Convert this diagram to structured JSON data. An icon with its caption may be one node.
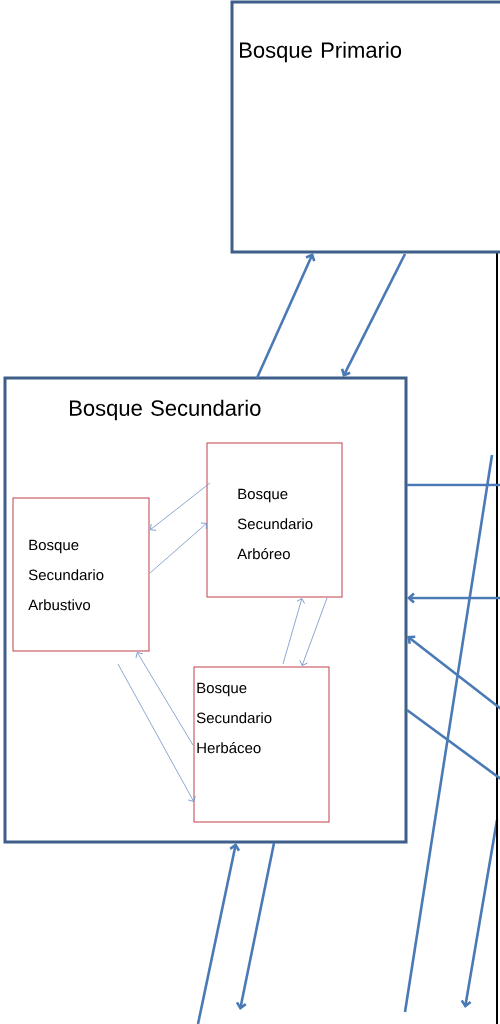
{
  "diagram": {
    "nodes": [
      {
        "text": [
          "Bosque Primario"
        ]
      },
      {
        "text": [
          "Bosque Secundario"
        ]
      },
      {
        "text": [
          "Bosque Secundario Arbustivo"
        ],
        "in": 1
      },
      {
        "text": [
          "Bosque Secundario Arbóreo"
        ],
        "in": 1
      },
      {
        "text": [
          "Bosque Secundario Herbáceo"
        ],
        "in": 1
      }
    ],
    "edges": [
      {
        "from": 1,
        "to": 0,
        "arrow": "to"
      },
      {
        "from": 0,
        "to": 1,
        "arrow": "to"
      },
      {
        "from": 3,
        "to": 2,
        "arrow": "to",
        "color": "#6f93c7"
      },
      {
        "from": 2,
        "to": 3,
        "arrow": "to",
        "color": "#6f93c7"
      },
      {
        "from": 4,
        "to": 3,
        "arrow": "to",
        "color": "#6f93c7"
      },
      {
        "from": 3,
        "to": 4,
        "arrow": "to",
        "color": "#6f93c7"
      },
      {
        "from": 4,
        "to": 2,
        "arrow": "to",
        "color": "#6f93c7"
      },
      {
        "from": 2,
        "to": 4,
        "arrow": "to",
        "color": "#6f93c7"
      },
      {
        "from": 1,
        "to": null,
        "arrow": "none"
      },
      {
        "from": null,
        "to": 1,
        "arrow": "to"
      },
      {
        "from": null,
        "to": 1,
        "arrow": "to"
      },
      {
        "from": 1,
        "to": null,
        "arrow": "none"
      },
      {
        "from": null,
        "to": 1,
        "arrow": "to"
      },
      {
        "from": 1,
        "to": null,
        "arrow": "to"
      }
    ]
  }
}
